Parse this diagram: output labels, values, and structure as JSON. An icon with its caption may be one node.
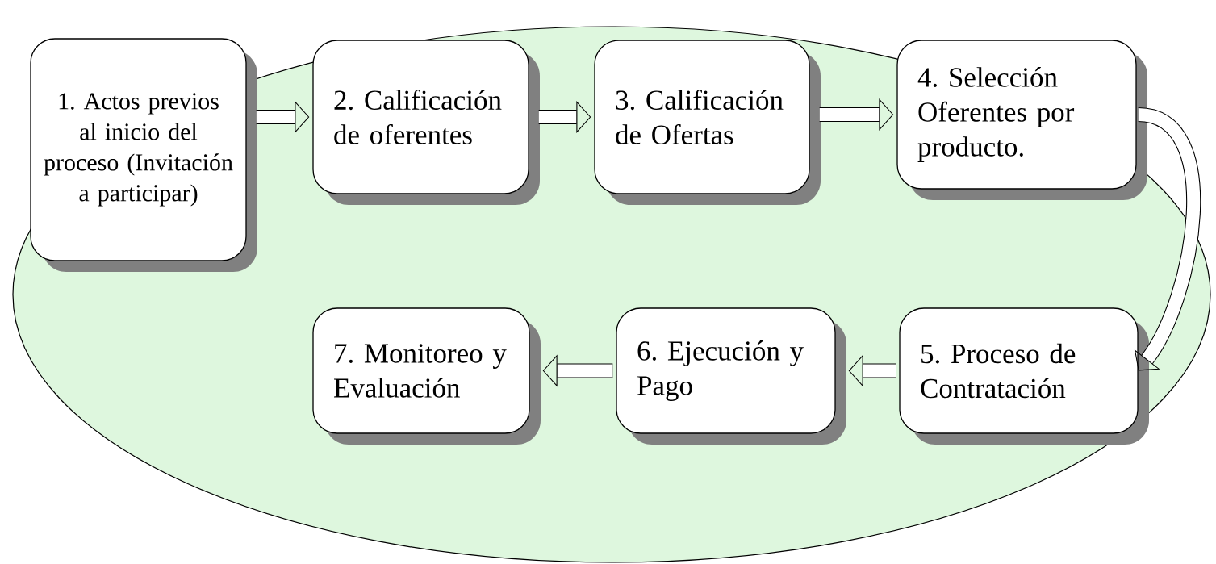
{
  "diagram": {
    "nodes": [
      {
        "text": [
          "1. Actos previos al inicio del proceso (Invitación a participar)"
        ]
      },
      {
        "text": [
          "2. Calificación de oferentes"
        ]
      },
      {
        "text": [
          "3. Calificación de Ofertas"
        ]
      },
      {
        "text": [
          "4. Selección Oferentes por producto."
        ]
      },
      {
        "text": [
          "5. Proceso de Contratación"
        ]
      },
      {
        "text": [
          "6. Ejecución y Pago"
        ]
      },
      {
        "text": [
          "7. Monitoreo y Evaluación"
        ]
      }
    ],
    "edges": [
      {
        "from": 0,
        "to": 1,
        "arrow": "to"
      },
      {
        "from": 1,
        "to": 2,
        "arrow": "to"
      },
      {
        "from": 2,
        "to": 3,
        "arrow": "to"
      },
      {
        "from": 3,
        "to": 4,
        "arrow": "to"
      },
      {
        "from": 4,
        "to": 5,
        "arrow": "to"
      },
      {
        "from": 5,
        "to": 6,
        "arrow": "to"
      }
    ]
  }
}
